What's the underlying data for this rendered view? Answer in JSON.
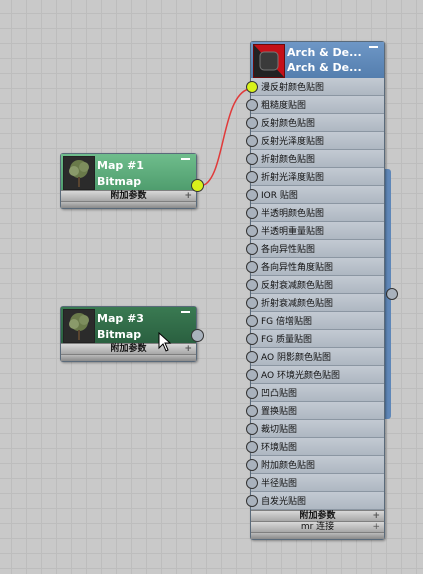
{
  "material_node": {
    "title_line1": "Arch & De...",
    "title_line2": "Arch & De...",
    "slots": [
      {
        "label": "漫反射颜色贴图",
        "connected": true
      },
      {
        "label": "粗糙度贴图"
      },
      {
        "label": "反射颜色贴图"
      },
      {
        "label": "反射光泽度贴图"
      },
      {
        "label": "折射颜色贴图"
      },
      {
        "label": "折射光泽度贴图"
      },
      {
        "label": "IOR 贴图"
      },
      {
        "label": "半透明颜色贴图"
      },
      {
        "label": "半透明重量贴图"
      },
      {
        "label": "各向异性贴图"
      },
      {
        "label": "各向异性角度贴图"
      },
      {
        "label": "反射衰减颜色贴图"
      },
      {
        "label": "折射衰减颜色贴图"
      },
      {
        "label": "FG 倍增贴图"
      },
      {
        "label": "FG 质量贴图"
      },
      {
        "label": "AO 阴影颜色贴图"
      },
      {
        "label": "AO 环境光颜色贴图"
      },
      {
        "label": "凹凸贴图"
      },
      {
        "label": "置换贴图"
      },
      {
        "label": "裁切贴图"
      },
      {
        "label": "环境贴图"
      },
      {
        "label": "附加颜色贴图"
      },
      {
        "label": "半径贴图"
      },
      {
        "label": "自发光贴图"
      }
    ],
    "rollout_params": "附加参数",
    "rollout_mr": "mr 连接"
  },
  "map1_node": {
    "title_line1": "Map #1",
    "title_line2": "Bitmap",
    "rollout_params": "附加参数"
  },
  "map3_node": {
    "title_line1": "Map #3",
    "title_line2": "Bitmap",
    "rollout_params": "附加参数"
  },
  "colors": {
    "map1_header": "#5aa878",
    "map3_header": "#2f6b45",
    "material_header": "#5f87b8",
    "wire": "#e03a3a",
    "active_socket": "#d8f21a"
  }
}
